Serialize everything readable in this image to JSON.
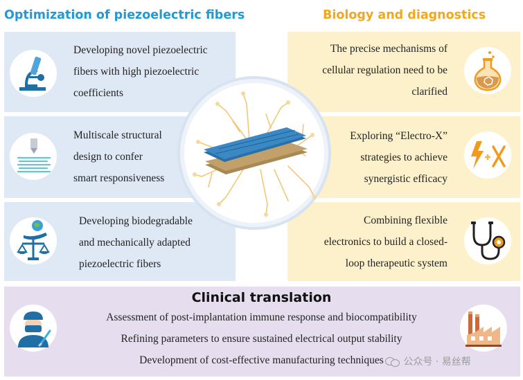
{
  "headings": {
    "optimization": "Optimization of piezoelectric fibers",
    "biology": "Biology and diagnostics",
    "clinical": "Clinical translation"
  },
  "colors": {
    "optimization_title": "#1f9ad6",
    "biology_title": "#f3a81b",
    "panel_blue": "#dfe9f6",
    "panel_yellow": "#fdf1cc",
    "panel_purple": "#e6deef",
    "icon_blue": "#1f6fa5",
    "icon_orange": "#f19a1c"
  },
  "optimization": [
    {
      "icon": "microscope-icon",
      "lines": [
        "Developing novel piezoelectric",
        "fibers with high piezoelectric",
        "coefficients"
      ]
    },
    {
      "icon": "3d-printer-icon",
      "lines": [
        "Multiscale structural",
        "design to confer",
        "smart responsiveness"
      ]
    },
    {
      "icon": "hand-globe-scale-icon",
      "lines": [
        "Developing biodegradable",
        "and mechanically adapted",
        "piezoelectric fibers"
      ]
    }
  ],
  "biology": [
    {
      "icon": "flask-icon",
      "lines": [
        "The precise mechanisms of",
        "cellular regulation need to be",
        "clarified"
      ]
    },
    {
      "icon": "lightning-plus-x-icon",
      "lines": [
        "Exploring “Electro-X”",
        "strategies to achieve",
        "synergistic efficacy"
      ]
    },
    {
      "icon": "stethoscope-icon",
      "lines": [
        "Combining flexible",
        "electronics to build a closed-",
        "loop therapeutic system"
      ]
    }
  ],
  "clinical": {
    "left_icon": "surgeon-icon",
    "right_icon": "factory-icon",
    "items": [
      "Assessment of post-implantation immune response and biocompatibility",
      "Refining parameters to ensure sustained electrical output stability",
      "Development of cost-effective manufacturing techniques"
    ]
  },
  "center_icon": "piezoelectric-fiber-icon",
  "watermark": "公众号 · 易丝帮"
}
